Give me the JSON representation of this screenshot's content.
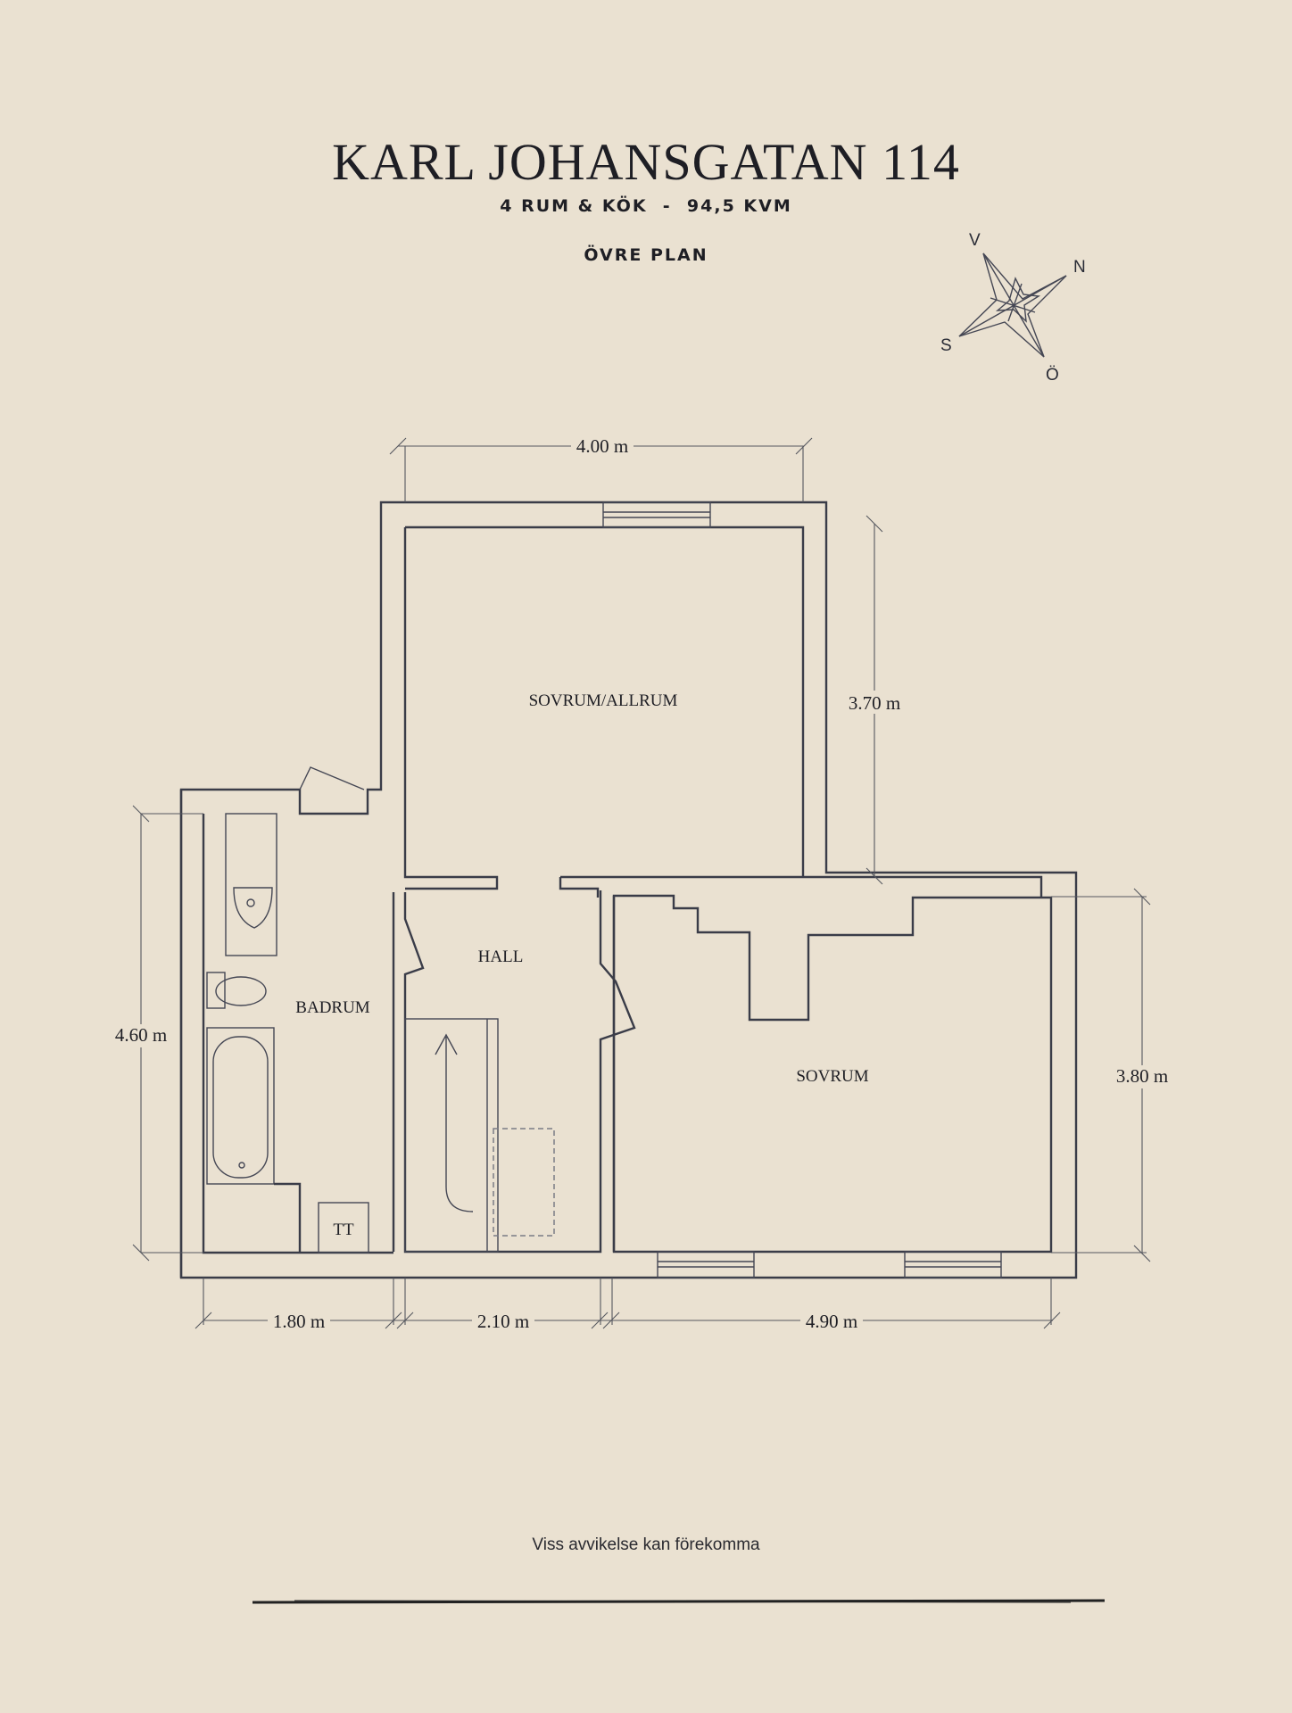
{
  "header": {
    "title": "KARL JOHANSGATAN 114",
    "subtitle": "4 RUM & KÖK  -  94,5 KVM",
    "level": "ÖVRE PLAN"
  },
  "compass": {
    "north": "N",
    "south": "S",
    "west": "V",
    "east": "Ö"
  },
  "rooms": {
    "sovrum_allrum": "SOVRUM/ALLRUM",
    "hall": "HALL",
    "badrum": "BADRUM",
    "sovrum": "SOVRUM",
    "tt": "TT"
  },
  "dimensions": {
    "top": "4.00 m",
    "right_upper": "3.70 m",
    "right_lower": "3.80 m",
    "left": "4.60 m",
    "bottom_left": "1.80 m",
    "bottom_mid": "2.10 m",
    "bottom_right": "4.90 m"
  },
  "footer": {
    "disclaimer": "Viss avvikelse kan förekomma"
  },
  "colors": {
    "background": "#eae1d1",
    "ink": "#3a3c48"
  }
}
